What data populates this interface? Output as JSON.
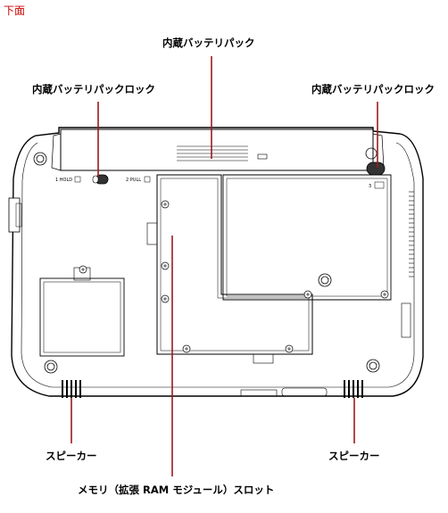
{
  "heading": "下面",
  "labels": {
    "battery_pack": "内蔵バッテリパック",
    "battery_lock_left": "内蔵バッテリパックロック",
    "battery_lock_right": "内蔵バッテリパックロック",
    "speaker_left": "スピーカー",
    "speaker_right": "スピーカー",
    "memory_slot": "メモリ（拡張 RAM モジュール）スロット"
  },
  "switch_labels": {
    "hold": "1 HOLD",
    "pull": "2 PULL",
    "lock_right": "3"
  },
  "colors": {
    "heading": "#cc0000",
    "leader_line": "#9b1b1b",
    "outline": "#000000"
  },
  "icons": [
    "screw-icon",
    "speaker-grille-icon",
    "lock-slider-icon"
  ]
}
